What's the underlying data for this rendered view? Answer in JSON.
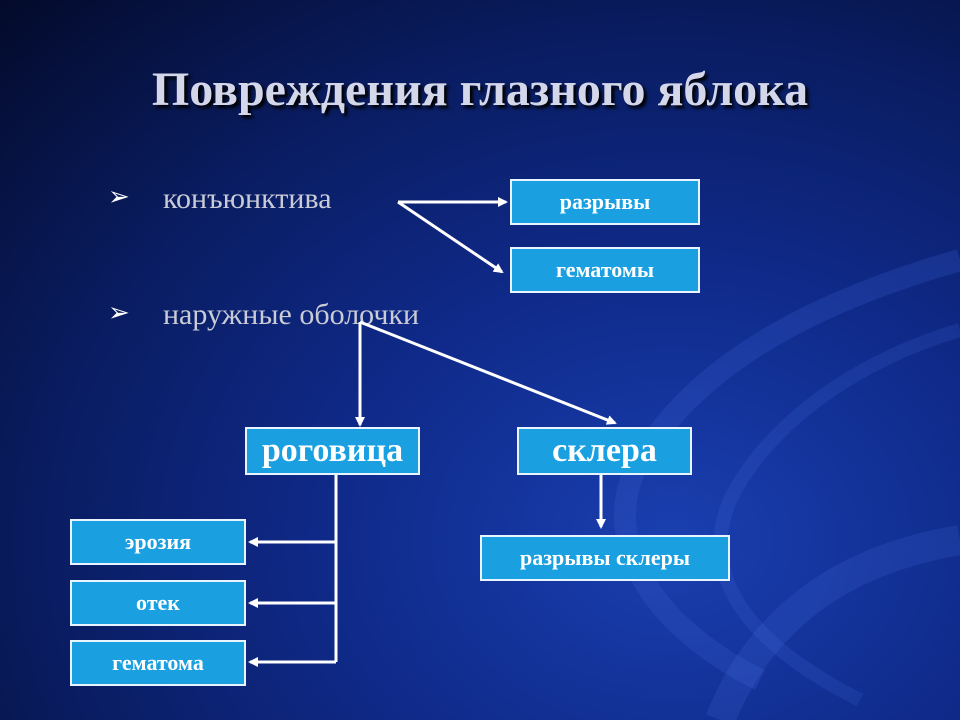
{
  "title": "Повреждения глазного яблока",
  "bullets": [
    {
      "marker": "➢",
      "text": "конъюнктива"
    },
    {
      "marker": "➢",
      "text": "наружные оболочки"
    }
  ],
  "boxes": {
    "ruptures": "разрывы",
    "hematomas": "гематомы",
    "cornea": "роговица",
    "sclera": "склера",
    "erosion": "эрозия",
    "edema": "отек",
    "hematoma": "гематома",
    "sclera_ruptures": "разрывы склеры"
  },
  "colors": {
    "box_fill": "#1aa0e0",
    "box_border": "#e8f4ff",
    "arrow": "#ffffff",
    "background": "#0f2a8a"
  }
}
